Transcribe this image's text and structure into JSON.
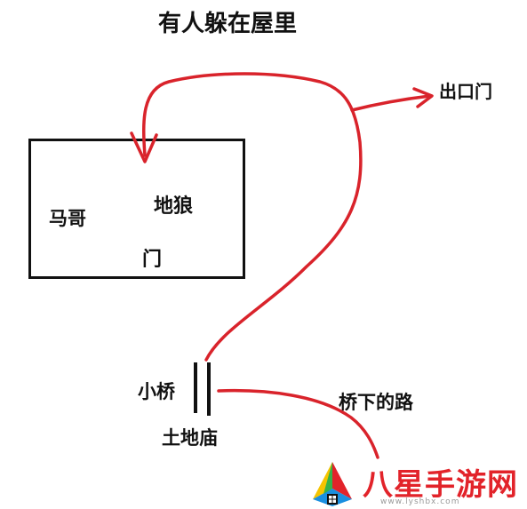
{
  "title": "有人躲在屋里",
  "labels": {
    "exit_door": "出口门",
    "mage": "马哥",
    "dilang": "地狼",
    "door": "门",
    "bridge": "小桥",
    "under_bridge_road": "桥下的路",
    "temple": "土地庙"
  },
  "colors": {
    "path": "#d9232b",
    "outline": "#111111",
    "watermark": "#e2232a"
  },
  "watermark": {
    "brand": "八星手游网",
    "url": "www.lyshbx.com",
    "logo_icon": "colorful-triangle-logo"
  }
}
